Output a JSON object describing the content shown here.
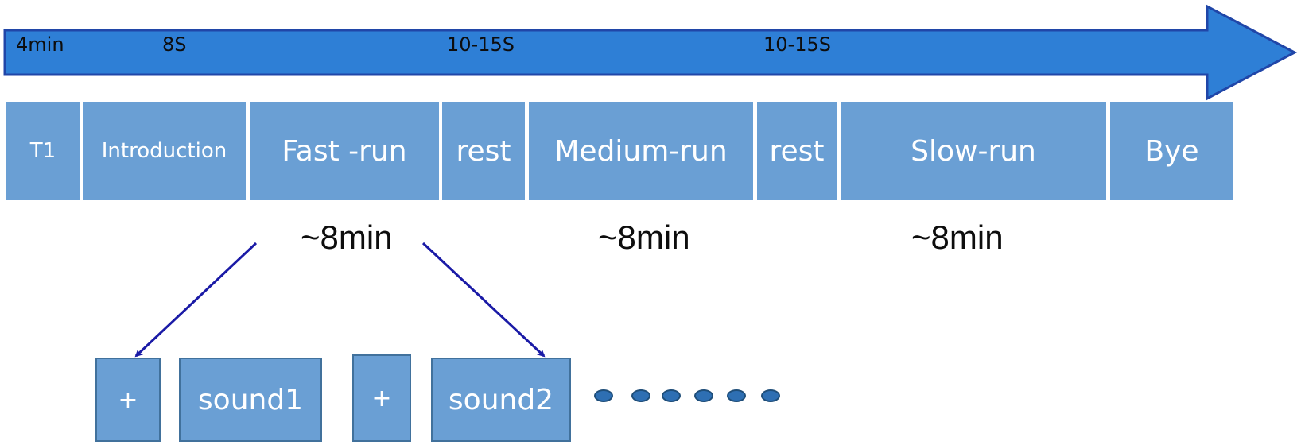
{
  "timeline": {
    "durations": [
      "4min",
      "8S",
      "10-15S",
      "10-15S"
    ],
    "segments": [
      "T1",
      "Introduction",
      "Fast -run",
      "rest",
      "Medium-run",
      "rest",
      "Slow-run",
      "Bye"
    ],
    "approx_durations": [
      "~8min",
      "~8min",
      "~8min"
    ]
  },
  "trials": {
    "items": [
      "+",
      "sound1",
      "+",
      "sound2"
    ],
    "continuation_dots": 6
  },
  "colors": {
    "timeline_arrow": "#2e7fd6",
    "timeline_arrow_border": "#2046a8",
    "segment_fill": "#6a9fd4",
    "segment_text": "#ffffff",
    "trial_border": "#41719c",
    "pointer_arrow": "#1a1aa6",
    "dot_fill": "#2e6fb3"
  }
}
